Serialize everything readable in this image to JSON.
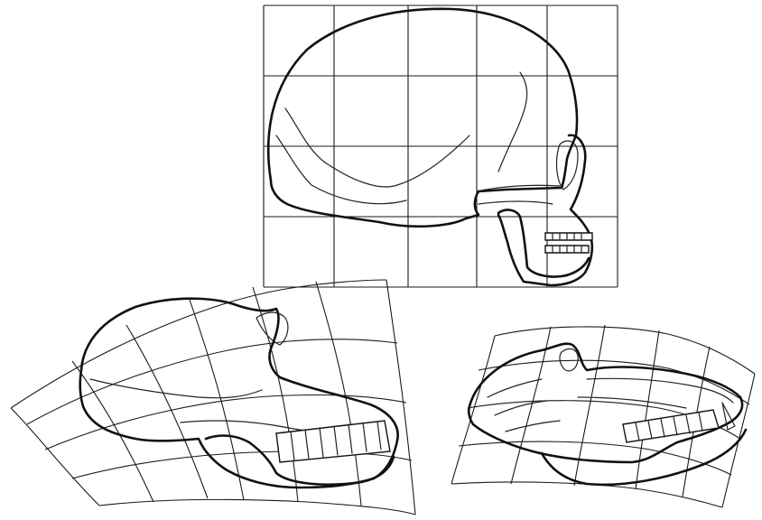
{
  "figure": {
    "panels": [
      {
        "name": "human-skull",
        "view": "lateral",
        "transform": "rectangular-grid"
      },
      {
        "name": "chimpanzee-skull",
        "view": "lateral",
        "transform": "distorted-grid"
      },
      {
        "name": "baboon-skull",
        "view": "lateral",
        "transform": "distorted-grid"
      }
    ],
    "colors": {
      "ink": "#111111",
      "paper": "#ffffff"
    }
  }
}
